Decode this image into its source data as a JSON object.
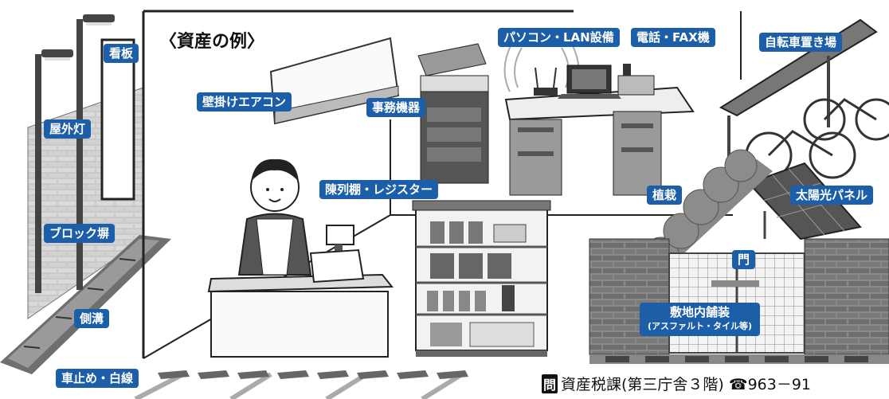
{
  "title": "〈資産の例〉",
  "labels": {
    "signboard": "看板",
    "outdoor_light": "屋外灯",
    "block_wall": "ブロック塀",
    "gutter": "側溝",
    "car_stop": "車止め・白線",
    "aircon": "壁掛けエアコン",
    "office_equipment": "事務機器",
    "pc_lan": "パソコン・LAN設備",
    "phone_fax": "電話・FAX機",
    "bicycle_parking": "自転車置き場",
    "display_register": "陳列棚・レジスター",
    "planting": "植栽",
    "solar_panel": "太陽光パネル",
    "gate": "門",
    "paving": "敷地内舗装",
    "paving_note": "(アスファルト・タイル等)"
  },
  "footer": {
    "badge": "問",
    "text": "資産税課(第三庁舎３階)",
    "phone_icon": "phone-icon",
    "phone_glyph": "☎",
    "phone": "963－91"
  }
}
